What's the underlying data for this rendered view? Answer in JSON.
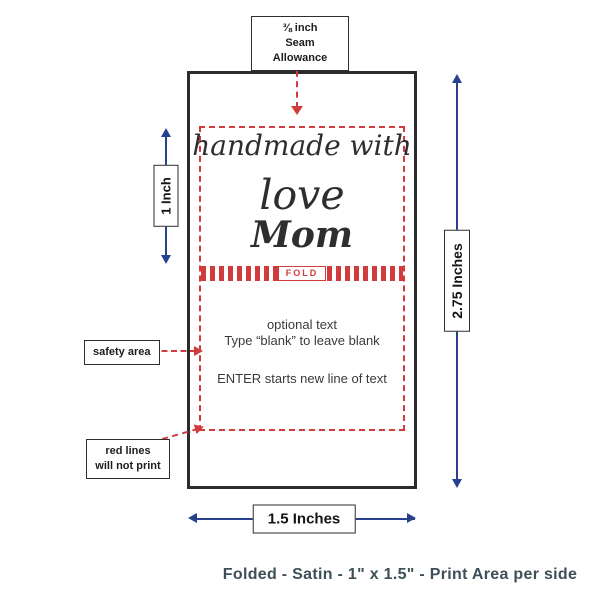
{
  "label": {
    "script_line1": "handmade with",
    "script_line2": "love",
    "script_line3": "Mom",
    "fold": "FOLD",
    "optional_line1": "optional text",
    "optional_line2": "Type “blank” to leave blank",
    "optional_line3": "ENTER starts new line of text"
  },
  "measurements": {
    "left": "1 Inch",
    "right": "2.75 Inches",
    "bottom": "1.5 Inches"
  },
  "annotations": {
    "seam_line1": "⅜ inch",
    "seam_line2": "Seam Allowance",
    "safety": "safety area",
    "red_lines_line1": "red lines",
    "red_lines_line2": "will not print"
  },
  "caption": "Folded - Satin - 1\" x 1.5\" - Print Area per side",
  "colors": {
    "red": "#d23b3b",
    "blue": "#27418c",
    "outline": "#2c2c2c",
    "caption": "#3d4f57"
  }
}
